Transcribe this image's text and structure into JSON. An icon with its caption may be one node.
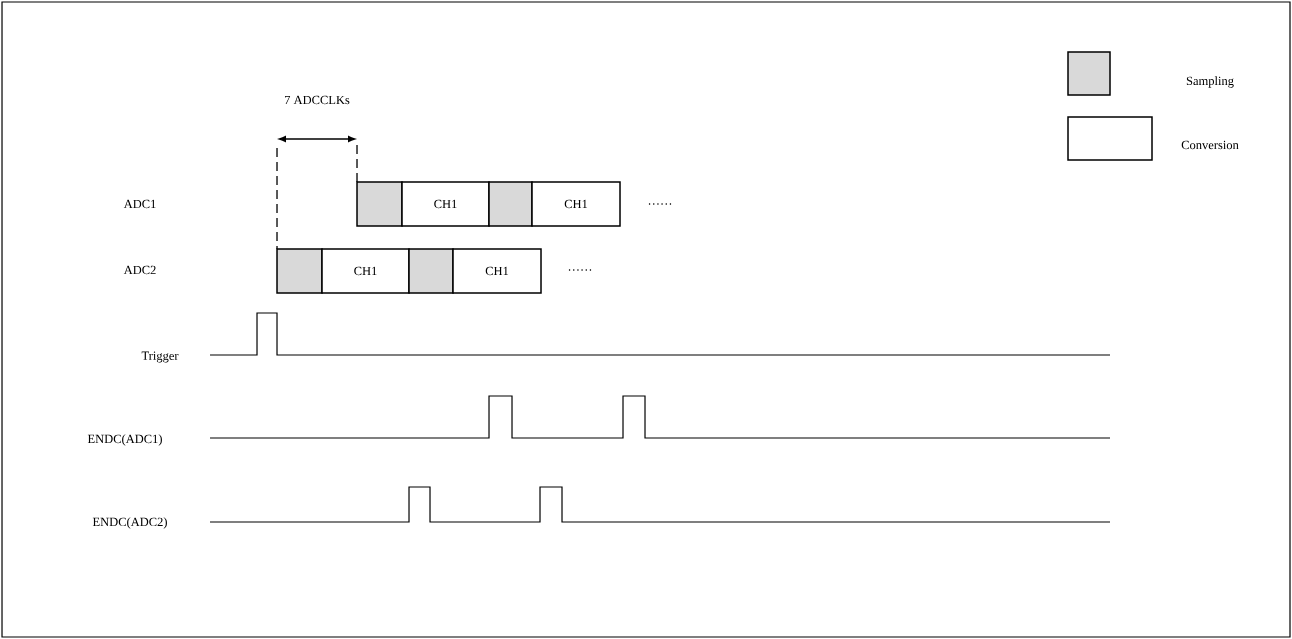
{
  "diagram": {
    "nodes": [
      {
        "text": [],
        "shape": "box"
      },
      {
        "text": [
          "CH1"
        ]
      },
      {
        "text": [],
        "shape": "box"
      },
      {
        "text": [
          "CH1"
        ]
      },
      {
        "text": [],
        "shape": "box"
      },
      {
        "text": [
          "CH1"
        ]
      },
      {
        "text": [],
        "shape": "box"
      },
      {
        "text": [
          "CH1"
        ]
      }
    ],
    "edges": [],
    "labels": [
      "7 ADCCLKs",
      "ADC1",
      "……",
      "ADC2",
      "……",
      "Trigger",
      "ENDC(ADC1)",
      "ENDC(ADC2)"
    ],
    "legend": [
      {
        "text": "Sampling",
        "color": "#d9d9d9"
      },
      {
        "text": "Conversion"
      }
    ]
  }
}
